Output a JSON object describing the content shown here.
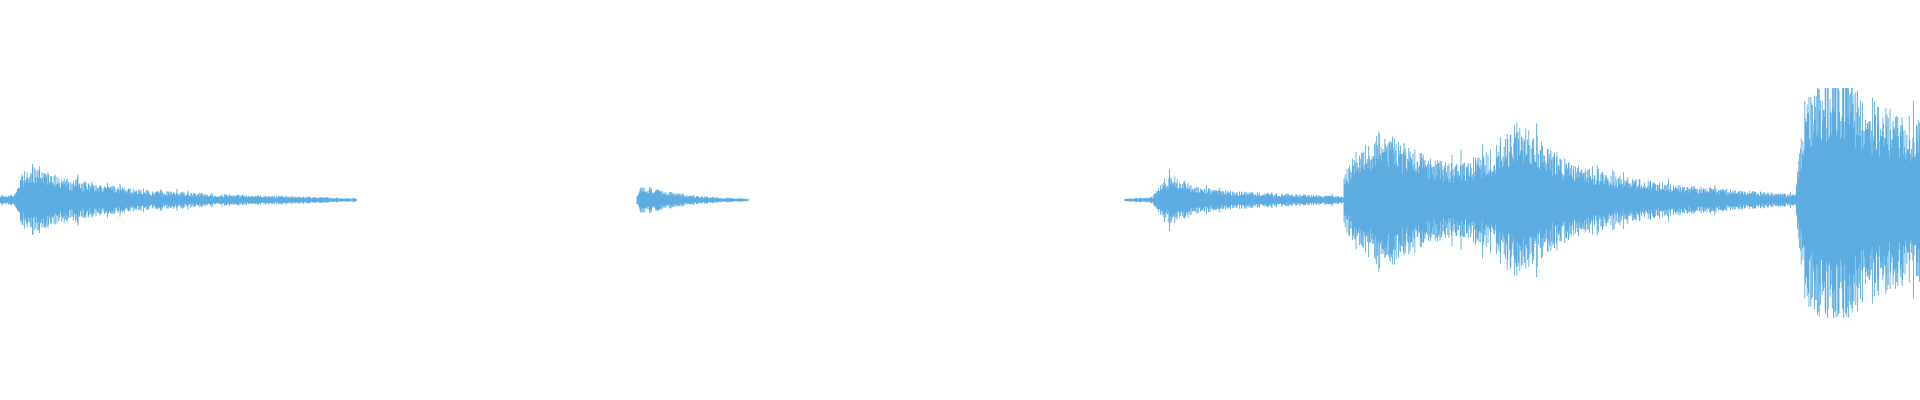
{
  "waveform": {
    "color": "#5DADE2",
    "background": "#FFFFFF",
    "segments": [
      {
        "name": "segment-1",
        "start_ratio": 0.0,
        "end_ratio": 0.186,
        "envelope": [
          [
            0.0,
            0.03
          ],
          [
            0.008,
            0.045
          ],
          [
            0.012,
            0.21
          ],
          [
            0.018,
            0.26
          ],
          [
            0.03,
            0.18
          ],
          [
            0.05,
            0.11
          ],
          [
            0.08,
            0.07
          ],
          [
            0.12,
            0.04
          ],
          [
            0.16,
            0.025
          ],
          [
            0.186,
            0.012
          ]
        ]
      },
      {
        "name": "segment-2",
        "start_ratio": 0.332,
        "end_ratio": 0.39,
        "envelope": [
          [
            0.332,
            0.03
          ],
          [
            0.334,
            0.11
          ],
          [
            0.345,
            0.07
          ],
          [
            0.36,
            0.035
          ],
          [
            0.375,
            0.018
          ],
          [
            0.39,
            0.01
          ]
        ]
      },
      {
        "name": "segment-3",
        "start_ratio": 0.586,
        "end_ratio": 0.7,
        "envelope": [
          [
            0.586,
            0.01
          ],
          [
            0.6,
            0.02
          ],
          [
            0.605,
            0.13
          ],
          [
            0.61,
            0.18
          ],
          [
            0.625,
            0.09
          ],
          [
            0.65,
            0.06
          ],
          [
            0.68,
            0.04
          ],
          [
            0.7,
            0.03
          ]
        ]
      },
      {
        "name": "segment-4",
        "start_ratio": 0.7,
        "end_ratio": 1.0,
        "envelope": [
          [
            0.7,
            0.18
          ],
          [
            0.705,
            0.35
          ],
          [
            0.72,
            0.52
          ],
          [
            0.73,
            0.42
          ],
          [
            0.745,
            0.3
          ],
          [
            0.76,
            0.26
          ],
          [
            0.775,
            0.36
          ],
          [
            0.79,
            0.56
          ],
          [
            0.8,
            0.47
          ],
          [
            0.815,
            0.3
          ],
          [
            0.83,
            0.24
          ],
          [
            0.845,
            0.17
          ],
          [
            0.87,
            0.12
          ],
          [
            0.9,
            0.08
          ],
          [
            0.935,
            0.04
          ],
          [
            0.94,
            0.72
          ],
          [
            0.955,
            1.0
          ],
          [
            0.97,
            0.78
          ],
          [
            0.985,
            0.65
          ],
          [
            1.0,
            0.58
          ]
        ]
      }
    ]
  }
}
